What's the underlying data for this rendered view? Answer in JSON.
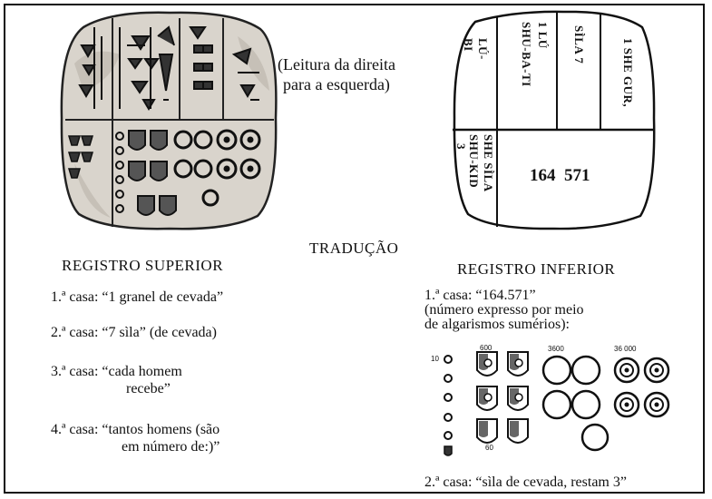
{
  "reading_note": [
    "(Leitura da direita",
    "para a esquerda)"
  ],
  "diagram": {
    "cell1": "1 SHE GUR,",
    "cell2": "SÌLA 7",
    "cell3": [
      "1 LÚ",
      "SHU-BA-TI"
    ],
    "cell4": [
      "LÚ-",
      "BI"
    ],
    "cell5": [
      "SHE SÌLA",
      "SHU-KID",
      "3"
    ],
    "number": "164  571"
  },
  "translation_title": "TRADUÇÃO",
  "upper": {
    "title": "REGISTRO SUPERIOR",
    "items": [
      {
        "lines": [
          "1.ª casa: “1 granel de cevada”"
        ]
      },
      {
        "lines": [
          "2.ª casa: “7 sìla” (de cevada)"
        ]
      },
      {
        "lines": [
          "3.ª casa: “cada homem",
          "recebe”"
        ]
      },
      {
        "lines": [
          "4.ª casa: “tantos homens (são",
          "em número de:)”"
        ]
      }
    ]
  },
  "lower": {
    "title": "REGISTRO INFERIOR",
    "item1": [
      "1.ª casa: “164.571”",
      "(número expresso por meio",
      "de algarismos sumérios):"
    ],
    "item2": "2.ª casa: “sìla de cevada, restam 3”",
    "symbol_labels": {
      "ten": "10",
      "six_hundred": "600",
      "sixty": "60",
      "thirty_six_hundred": "3600",
      "thirty_six_thousand": "36 000"
    }
  }
}
